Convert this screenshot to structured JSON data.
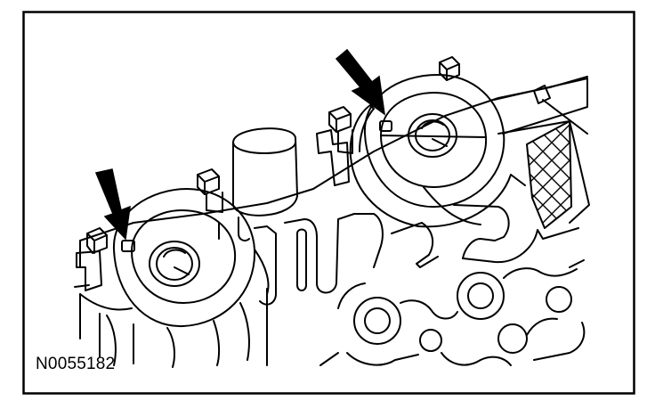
{
  "figure": {
    "id_label": "N0055182"
  },
  "callouts": [
    {
      "name": "left-locating-pin",
      "pointer": "arrow"
    },
    {
      "name": "right-locating-pin",
      "pointer": "arrow"
    }
  ],
  "colors": {
    "line": "#000000",
    "background": "#ffffff"
  }
}
